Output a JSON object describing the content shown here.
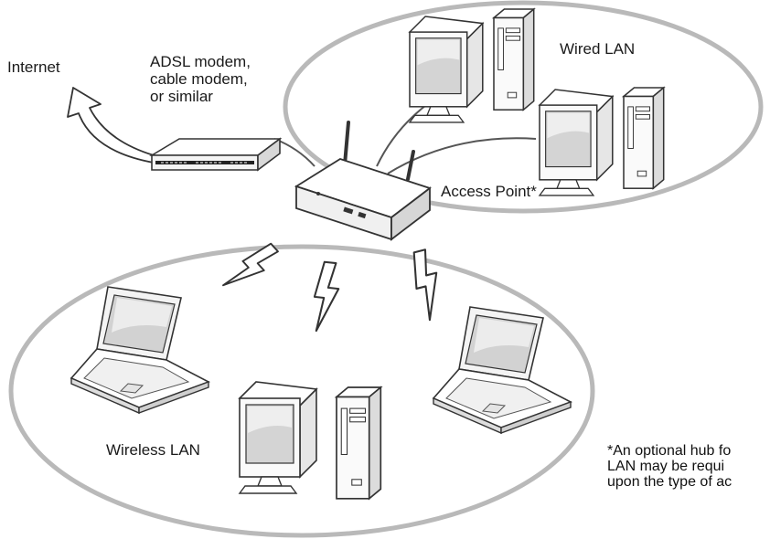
{
  "labels": {
    "internet": "Internet",
    "modem": "ADSL modem,\ncable modem,\nor similar",
    "wired_lan": "Wired LAN",
    "access_point": "Access Point*",
    "wireless_lan": "Wireless LAN"
  },
  "footnote": "*An optional hub fo\nLAN may be requi\nupon the type of ac",
  "colors": {
    "ellipse_outline": "#b9b9b9",
    "line": "#555555",
    "device_body": "#f4f4f4",
    "screen": "#cfcfcf"
  }
}
